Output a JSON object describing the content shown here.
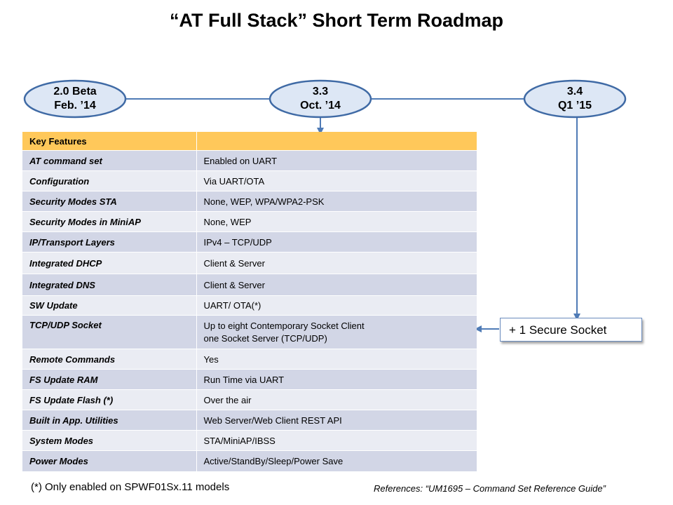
{
  "title": "“AT Full Stack” Short Term Roadmap",
  "colors": {
    "ellipse_fill": "#dde7f5",
    "ellipse_stroke": "#3f6aa5",
    "connector": "#4f7bb6",
    "header_row": "#ffc85a",
    "row_dark": "#d2d6e6",
    "row_light": "#eaecf3"
  },
  "milestones": [
    {
      "version": "2.0 Beta",
      "date": "Feb. ’14"
    },
    {
      "version": "3.3",
      "date": "Oct. ’14"
    },
    {
      "version": "3.4",
      "date": "Q1 ’15"
    }
  ],
  "table": {
    "header": [
      "Key Features",
      ""
    ],
    "rows": [
      {
        "feature": "AT command set",
        "value": "Enabled on UART"
      },
      {
        "feature": "Configuration",
        "value": "Via UART/OTA"
      },
      {
        "feature": "Security Modes STA",
        "value": "None, WEP, WPA/WPA2-PSK"
      },
      {
        "feature": "Security Modes in MiniAP",
        "value": "None, WEP"
      },
      {
        "feature": "IP/Transport Layers",
        "value": "IPv4 – TCP/UDP"
      },
      {
        "feature": "Integrated DHCP",
        "value": "Client & Server"
      },
      {
        "feature": "Integrated DNS",
        "value": "Client & Server"
      },
      {
        "feature": "SW Update",
        "value": "UART/ OTA(*)"
      },
      {
        "feature": "TCP/UDP Socket",
        "value": "Up to eight Contemporary Socket Client",
        "value2": "one Socket Server (TCP/UDP)"
      },
      {
        "feature": "Remote Commands",
        "value": "Yes"
      },
      {
        "feature": "FS Update RAM",
        "value": "Run Time via UART"
      },
      {
        "feature": "FS Update Flash  (*)",
        "value": "Over the air"
      },
      {
        "feature": "Built in App. Utilities",
        "value": "Web Server/Web Client REST API"
      },
      {
        "feature": "System Modes",
        "value": "STA/MiniAP/IBSS"
      },
      {
        "feature": "Power Modes",
        "value": "Active/StandBy/Sleep/Power Save"
      }
    ]
  },
  "callout": "+ 1 Secure Socket",
  "footnote": "(*) Only enabled on SPWF01Sx.11 models",
  "references": "References: “UM1695 – Command Set Reference Guide”"
}
